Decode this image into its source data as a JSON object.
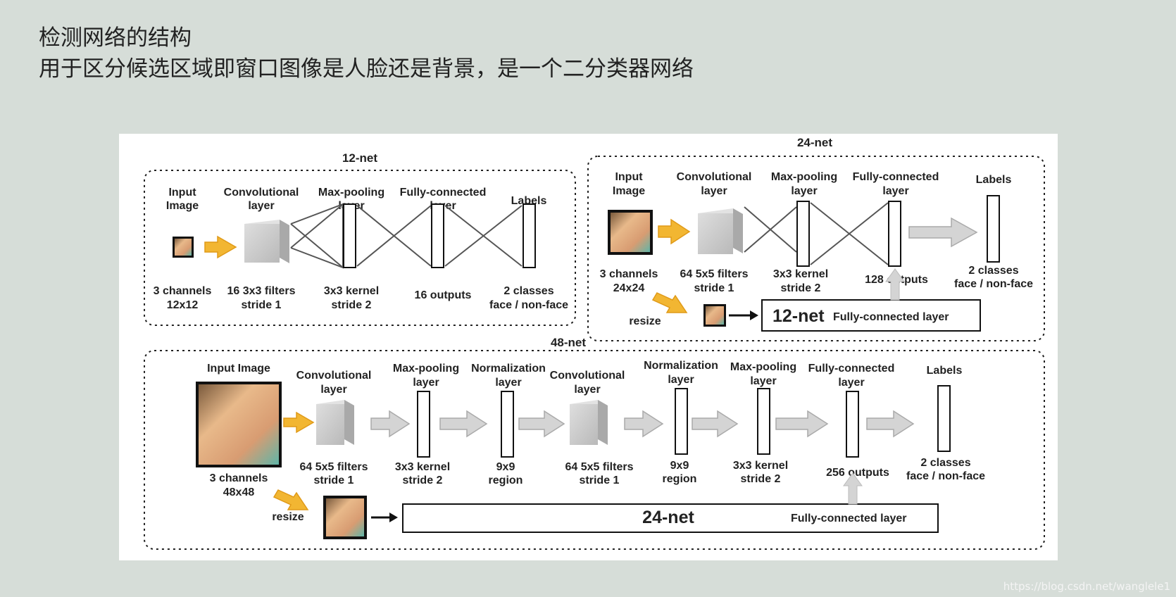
{
  "slide": {
    "title_line1": "检测网络的结构",
    "title_line2": "用于区分候选区域即窗口图像是人脸还是背景，是一个二分类器网络"
  },
  "net12": {
    "name": "12-net",
    "input": [
      "Input",
      "Image"
    ],
    "conv": [
      "Convolutional",
      "layer"
    ],
    "pool": [
      "Max-pooling",
      "layer"
    ],
    "fc": [
      "Fully-connected",
      "layer"
    ],
    "labels": "Labels",
    "input_desc": [
      "3 channels",
      "12x12"
    ],
    "conv_desc": [
      "16 3x3 filters",
      "stride 1"
    ],
    "pool_desc": [
      "3x3 kernel",
      "stride 2"
    ],
    "fc_desc": "16 outputs",
    "labels_desc": [
      "2 classes",
      "face / non-face"
    ]
  },
  "net24": {
    "name": "24-net",
    "input": [
      "Input",
      "Image"
    ],
    "conv": [
      "Convolutional",
      "layer"
    ],
    "pool": [
      "Max-pooling",
      "layer"
    ],
    "fc": [
      "Fully-connected",
      "layer"
    ],
    "labels": "Labels",
    "input_desc": [
      "3 channels",
      "24x24"
    ],
    "conv_desc": [
      "64 5x5 filters",
      "stride 1"
    ],
    "pool_desc": [
      "3x3 kernel",
      "stride 2"
    ],
    "fc_desc": "128 outputs",
    "labels_desc": [
      "2 classes",
      "face / non-face"
    ],
    "resize": "resize",
    "sub_net": "12-net",
    "sub_fc": "Fully-connected layer"
  },
  "net48": {
    "name": "48-net",
    "input": "Input Image",
    "conv1": [
      "Convolutional",
      "layer"
    ],
    "pool1": [
      "Max-pooling",
      "layer"
    ],
    "norm1": [
      "Normalization",
      "layer"
    ],
    "conv2": [
      "Convolutional",
      "layer"
    ],
    "norm2": [
      "Normalization",
      "layer"
    ],
    "pool2": [
      "Max-pooling",
      "layer"
    ],
    "fc": [
      "Fully-connected",
      "layer"
    ],
    "labels": "Labels",
    "input_desc": [
      "3 channels",
      "48x48"
    ],
    "conv1_desc": [
      "64 5x5 filters",
      "stride 1"
    ],
    "pool1_desc": [
      "3x3 kernel",
      "stride 2"
    ],
    "norm1_desc": [
      "9x9",
      "region"
    ],
    "conv2_desc": [
      "64 5x5 filters",
      "stride 1"
    ],
    "norm2_desc": [
      "9x9",
      "region"
    ],
    "pool2_desc": [
      "3x3 kernel",
      "stride 2"
    ],
    "fc_desc": "256 outputs",
    "labels_desc": [
      "2 classes",
      "face / non-face"
    ],
    "resize": "resize",
    "sub_net": "24-net",
    "sub_fc": "Fully-connected layer"
  },
  "watermark": "https://blog.csdn.net/wanglele1",
  "colors": {
    "slide_bg": "#d6ddd8",
    "yellow_arrow": "#f2b632",
    "gray_arrow": "#d4d4d4",
    "conv_block": "#c8c8c8"
  }
}
